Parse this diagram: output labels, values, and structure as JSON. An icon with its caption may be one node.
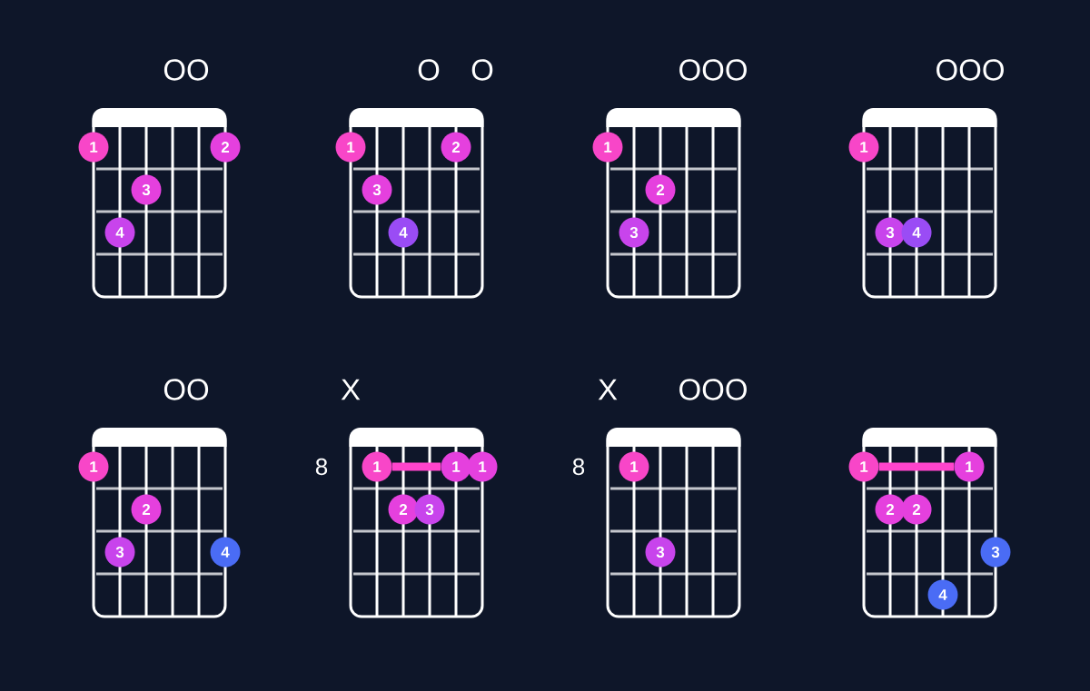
{
  "diagram": {
    "nodes": [
      {
        "text": [
          "1"
        ]
      },
      {
        "text": [
          "2"
        ]
      },
      {
        "text": [
          "3"
        ]
      },
      {
        "text": [
          "4"
        ]
      },
      {
        "text": [
          "1"
        ]
      },
      {
        "text": [
          "2"
        ]
      },
      {
        "text": [
          "3"
        ]
      },
      {
        "text": [
          "4"
        ]
      },
      {
        "text": [
          "1"
        ]
      },
      {
        "text": [
          "2"
        ]
      },
      {
        "text": [
          "3"
        ]
      },
      {
        "text": [
          "1"
        ]
      },
      {
        "text": [
          "3"
        ]
      },
      {
        "text": [
          "4"
        ]
      },
      {
        "text": [
          "1"
        ]
      },
      {
        "text": [
          "2"
        ]
      },
      {
        "text": [
          "3"
        ]
      },
      {
        "text": [
          "4"
        ]
      },
      {
        "text": [
          "1"
        ]
      },
      {
        "text": [
          "1"
        ]
      },
      {
        "text": [
          "1"
        ]
      },
      {
        "text": [
          "2"
        ]
      },
      {
        "text": [
          "3"
        ]
      },
      {
        "text": [
          "1"
        ]
      },
      {
        "text": [
          "3"
        ]
      },
      {
        "text": [
          "1"
        ]
      },
      {
        "text": [
          "1"
        ]
      },
      {
        "text": [
          "2"
        ]
      },
      {
        "text": [
          "2"
        ]
      },
      {
        "text": [
          "3"
        ]
      },
      {
        "text": [
          "4"
        ]
      }
    ],
    "edges": [
      {
        "from": 18,
        "to": 19,
        "arrow": "none"
      },
      {
        "from": 25,
        "to": 26,
        "arrow": "none"
      }
    ],
    "labels": [
      "OO",
      "O",
      "O",
      "OOO",
      "OOO",
      "OO",
      "X",
      "X",
      "OOO",
      "8",
      "8"
    ]
  }
}
